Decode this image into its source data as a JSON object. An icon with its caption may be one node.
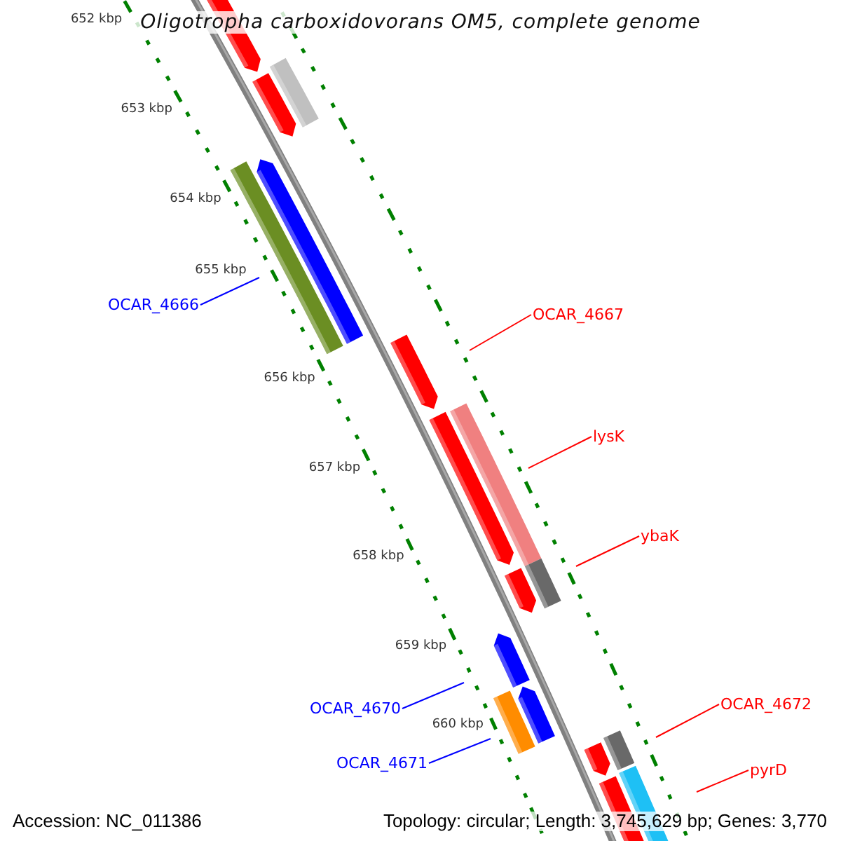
{
  "diagram": {
    "title": "Oligotropha carboxidovorans OM5, complete genome",
    "nodes": [
      {
        "text": [
          "OCAR_4666"
        ]
      },
      {
        "text": [
          "OCAR_4667"
        ]
      },
      {
        "text": [
          "lysK"
        ]
      },
      {
        "text": [
          "ybaK"
        ]
      },
      {
        "text": [
          "OCAR_4670"
        ]
      },
      {
        "text": [
          "OCAR_4672"
        ]
      },
      {
        "text": [
          "OCAR_4671"
        ]
      },
      {
        "text": [
          "pyrD"
        ]
      }
    ],
    "edges": [
      {
        "from": 0,
        "to": null,
        "arrow": "none",
        "color": "#0000ff"
      },
      {
        "from": 1,
        "to": null,
        "arrow": "none"
      },
      {
        "from": 2,
        "to": null,
        "arrow": "none"
      },
      {
        "from": 3,
        "to": null,
        "arrow": "none"
      },
      {
        "from": 4,
        "to": null,
        "arrow": "none",
        "color": "#0000ff"
      },
      {
        "from": 5,
        "to": null,
        "arrow": "none"
      },
      {
        "from": 6,
        "to": null,
        "arrow": "none",
        "color": "#0000ff"
      },
      {
        "from": 7,
        "to": null,
        "arrow": "none"
      }
    ],
    "labels": [
      "652 kbp",
      "653 kbp",
      "654 kbp",
      "655 kbp",
      "656 kbp",
      "657 kbp",
      "658 kbp",
      "659 kbp",
      "660 kbp",
      "Accession: NC_011386",
      "Topology: circular; Length: 3,745,629 bp; Genes: 3,770"
    ]
  }
}
